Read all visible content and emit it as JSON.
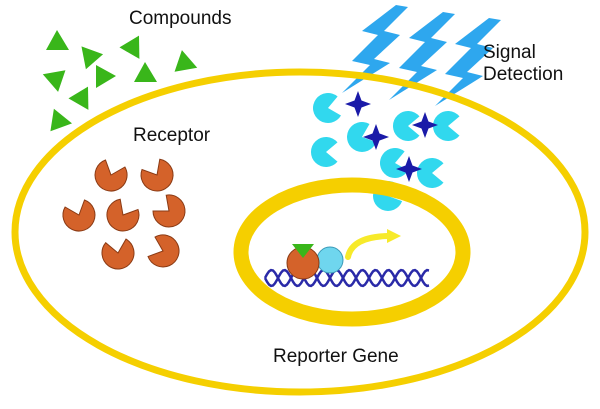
{
  "labels": {
    "compounds": "Compounds",
    "signal_line1": "Signal",
    "signal_line2": "Detection",
    "receptor": "Receptor",
    "reporter_gene": "Reporter Gene"
  },
  "colors": {
    "membrane": "#f5cf00",
    "compound": "#39b61a",
    "receptor": "#d4622a",
    "receptor_stroke": "#8a3a14",
    "signal": "#31d8ee",
    "sparkle": "#1a1aa8",
    "lightning": "#2ea7ee",
    "dna": "#2a2aa8",
    "arrow": "#f7ea2a"
  },
  "icons": {
    "compound": "triangle-icon",
    "receptor": "pacman-icon",
    "signal_molecule": "pacman-icon",
    "signal_sparkle": "four-point-star-icon",
    "signal_detection": "lightning-bolt-icon",
    "dna": "double-helix-icon",
    "transcription": "curved-arrow-icon"
  }
}
